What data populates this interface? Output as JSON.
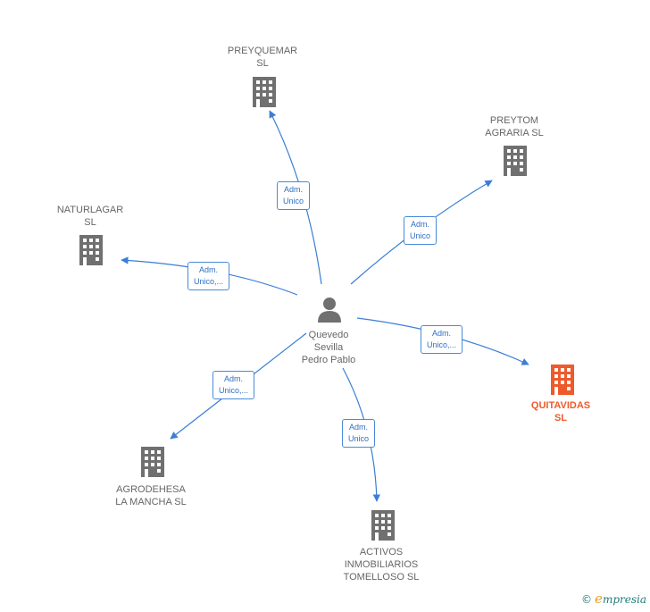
{
  "center": {
    "label": "Quevedo\nSevilla\nPedro Pablo",
    "icon": "person-icon"
  },
  "companies": [
    {
      "id": "preyquemar",
      "label": "PREYQUEMAR\nSL",
      "icon": "building-icon",
      "color": "#707070"
    },
    {
      "id": "preytom",
      "label": "PREYTOM\nAGRARIA  SL",
      "icon": "building-icon",
      "color": "#707070"
    },
    {
      "id": "naturlagar",
      "label": "NATURLAGAR\nSL",
      "icon": "building-icon",
      "color": "#707070"
    },
    {
      "id": "quitavidas",
      "label": "QUITAVIDAS\nSL",
      "icon": "building-icon",
      "color": "#ee5a2b",
      "highlight": true
    },
    {
      "id": "agrodehesa",
      "label": "AGRODEHESA\nLA MANCHA SL",
      "icon": "building-icon",
      "color": "#707070"
    },
    {
      "id": "activos",
      "label": "ACTIVOS\nINMOBILIARIOS\nTOMELLOSO SL",
      "icon": "building-icon",
      "color": "#707070"
    }
  ],
  "relations": [
    {
      "target": "preyquemar",
      "label": "Adm.\nUnico"
    },
    {
      "target": "preytom",
      "label": "Adm.\nUnico"
    },
    {
      "target": "naturlagar",
      "label": "Adm.\nUnico,..."
    },
    {
      "target": "quitavidas",
      "label": "Adm.\nUnico,..."
    },
    {
      "target": "agrodehesa",
      "label": "Adm.\nUnico,..."
    },
    {
      "target": "activos",
      "label": "Adm.\nUnico"
    }
  ],
  "colors": {
    "edge": "#3a7fd5",
    "label_text": "#666666",
    "accent": "#ee5a2b"
  },
  "footer": {
    "copyright": "©",
    "brand_initial": "e",
    "brand_rest": "mpresia"
  }
}
